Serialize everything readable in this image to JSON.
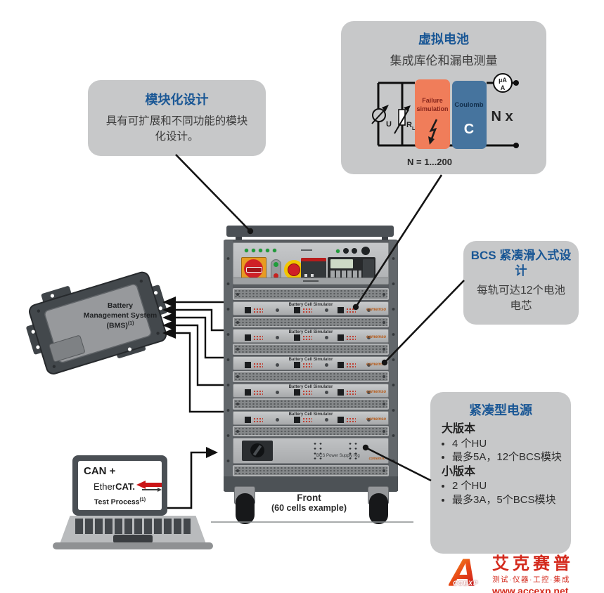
{
  "colors": {
    "accent_blue": "#1a5795",
    "callout_grey": "#c7c8c9",
    "failure_orange": "#f07d5a",
    "coulomb_blue": "#46749e",
    "brand_red": "#d42a1d",
    "alert_red": "#cf2027",
    "safety_yellow": "#f2c500"
  },
  "callouts": {
    "modular": {
      "title": "模块化设计",
      "body": "具有可扩展和不同功能的模块化设计。"
    },
    "virtual": {
      "title": "虚拟电池",
      "subtitle": "集成库伦和漏电测量",
      "failure_line1": "Failure",
      "failure_line2": "simulation",
      "coulomb_label": "Coulomb",
      "capacity_label": "C",
      "voltage_label": "U",
      "resistor_label": "R",
      "resistor_sub": "L",
      "meter_micro": "µA",
      "meter_amp": "A",
      "multiplier": "N x",
      "n_range": "N = 1...200"
    },
    "bcs": {
      "title": "BCS 紧凑滑入式设计",
      "body": "每轨可达12个电池电芯"
    },
    "power": {
      "title": "紧凑型电源",
      "large_heading": "大版本",
      "large_items": [
        "4 个HU",
        "最多5A，12个BCS模块"
      ],
      "small_heading": "小版本",
      "small_items": [
        "2 个HU",
        "最多3A，5个BCS模块"
      ]
    }
  },
  "bms": {
    "line1": "Battery",
    "line2": "Management System",
    "line3": "(BMS)",
    "footnote": "(1)"
  },
  "laptop": {
    "title": "CAN +",
    "ethercat_prefix": "Ether",
    "ethercat_bold": "CAT.",
    "process_label": "Test Process",
    "footnote": "(1)"
  },
  "rack": {
    "module_label": "Battery Cell Simulator",
    "psu_label": "BCS Power Supply Rig",
    "brand": "comemso",
    "front_line1": "Front",
    "front_line2": "(60 cells example)"
  },
  "footer": {
    "logo_letters": "CCEXP",
    "brand_cn": "艾克赛普",
    "tagline": "测试·仪器·工控·集成",
    "url": "www.accexp.net"
  }
}
